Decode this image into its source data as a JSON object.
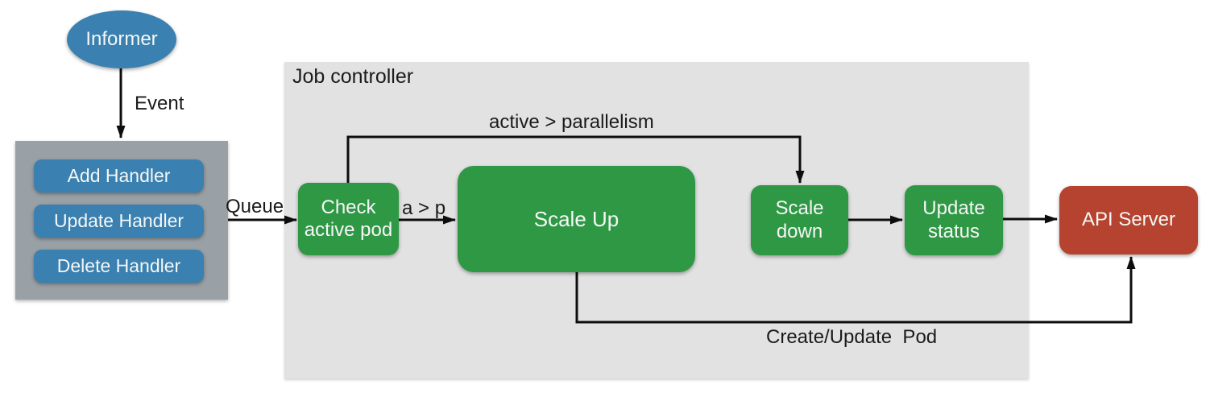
{
  "diagram": {
    "informer": {
      "label": "Informer"
    },
    "event_label": "Event",
    "handlers": {
      "items": [
        {
          "label": "Add Handler"
        },
        {
          "label": "Update Handler"
        },
        {
          "label": "Delete Handler"
        }
      ]
    },
    "queue_label": "Queue",
    "job_controller": {
      "title": "Job controller",
      "check_active_pod_label": "Check active pod",
      "a_gt_p_label": "a > p",
      "scale_up_label": "Scale Up",
      "active_parallelism_label": "active > parallelism",
      "scale_down_label": "Scale down",
      "update_status_label": "Update status"
    },
    "api_server": {
      "label": "API Server"
    },
    "create_update_label": "Create/Update  Pod"
  },
  "colors": {
    "blue": "#3a80b0",
    "green": "#2f9845",
    "red": "#b5432f",
    "panel_gray": "#e2e2e3",
    "box_gray": "#9aa1a6",
    "line": "#0d0d0d",
    "text_dark": "#1b1b1b",
    "text_light": "#f5f7f6"
  }
}
